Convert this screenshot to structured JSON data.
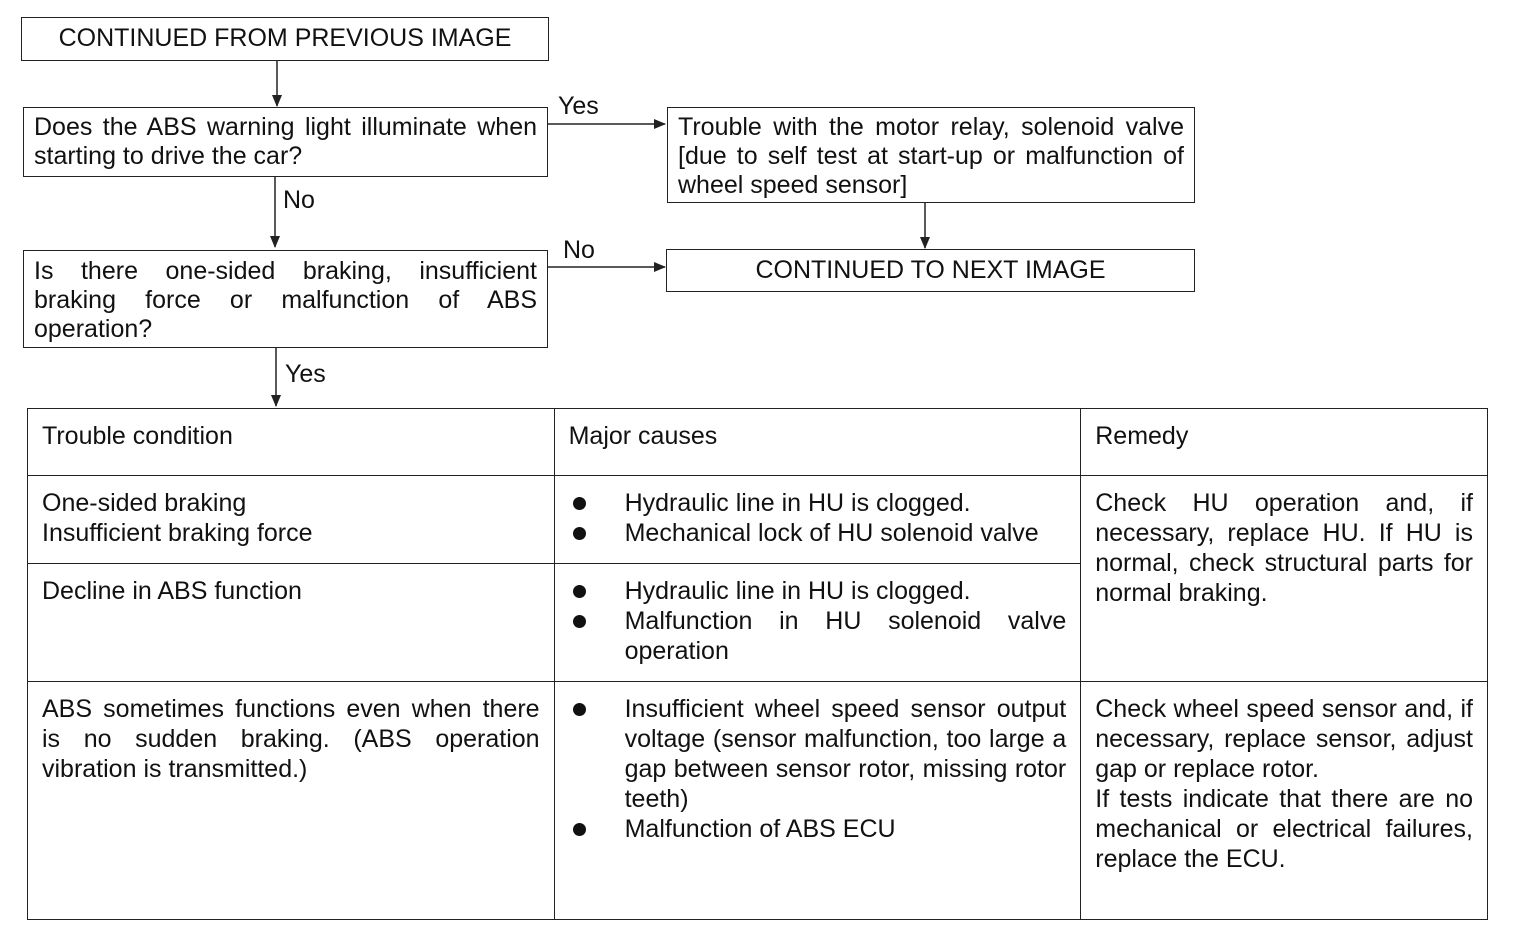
{
  "flow": {
    "continued_from": "CONTINUED FROM PREVIOUS IMAGE",
    "q1": "Does the ABS warning light illuminate when starting to drive the car?",
    "yes1": "Yes",
    "r1": "Trouble with the motor relay, solenoid valve [due to self test at start-up or malfunction of wheel speed sensor]",
    "no1": "No",
    "q2": "Is there one-sided braking, insufficient braking force or malfunction of ABS operation?",
    "no2": "No",
    "continued_to": "CONTINUED TO NEXT IMAGE",
    "yes2": "Yes"
  },
  "table": {
    "headers": [
      "Trouble condition",
      "Major causes",
      "Remedy"
    ],
    "rows": [
      {
        "condition": [
          "One-sided braking",
          "Insufficient braking force"
        ],
        "causes": [
          "Hydraulic line in HU is clogged.",
          "Mechanical lock of HU solenoid valve"
        ],
        "remedy": "Check HU operation and, if necessary, replace HU. If HU is normal, check structural parts for normal braking."
      },
      {
        "condition": [
          "Decline in ABS function"
        ],
        "causes": [
          "Hydraulic line in HU is clogged.",
          "Malfunction in HU solenoid valve operation"
        ]
      },
      {
        "condition": [
          "ABS sometimes functions even when there is no sudden braking. (ABS operation vibration is transmitted.)"
        ],
        "causes": [
          "Insufficient wheel speed sensor output voltage (sensor malfunction, too large a gap between sensor rotor, missing rotor teeth)",
          "Malfunction of ABS ECU"
        ],
        "remedy": "Check wheel speed sensor and, if necessary, replace sensor, adjust gap or replace rotor.",
        "remedy_2": "If tests indicate that there are no mechanical or electrical failures, replace the ECU."
      }
    ]
  }
}
